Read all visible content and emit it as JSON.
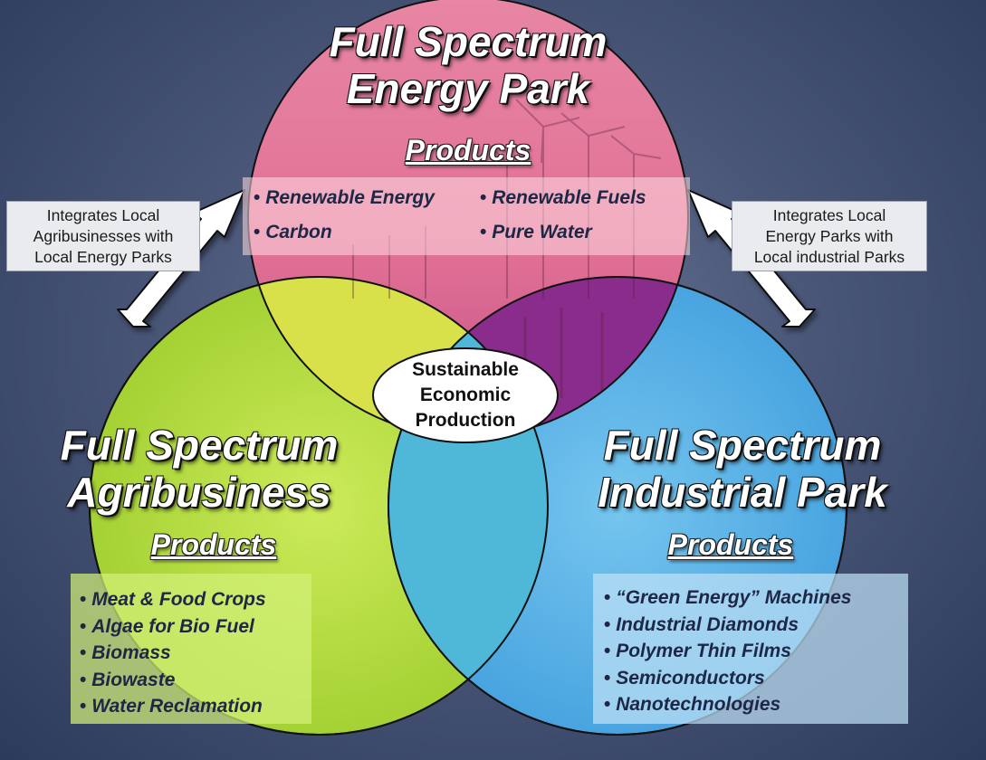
{
  "energy_park": {
    "title_line1": "Full Spectrum",
    "title_line2": "Energy Park",
    "products_heading": "Products",
    "products": [
      "Renewable Energy",
      "Renewable Fuels",
      "Carbon",
      "Pure Water"
    ],
    "color": "#e47ea0"
  },
  "agribusiness": {
    "title_line1": "Full Spectrum",
    "title_line2": "Agribusiness",
    "products_heading": "Products",
    "products": [
      "Meat & Food Crops",
      "Algae for Bio Fuel",
      "Biomass",
      "Biowaste",
      "Water Reclamation"
    ],
    "color": "#b5e03c"
  },
  "industrial_park": {
    "title_line1": "Full Spectrum",
    "title_line2": "Industrial Park",
    "products_heading": "Products",
    "products": [
      "“Green Energy” Machines",
      "Industrial Diamonds",
      "Polymer Thin Films",
      "Semiconductors",
      "Nanotechnologies"
    ],
    "color": "#5bb8ea"
  },
  "center": {
    "line1": "Sustainable",
    "line2": "Economic",
    "line3": "Production"
  },
  "notes": {
    "left": {
      "line1": "Integrates Local",
      "line2": "Agribusinesses with",
      "line3": "Local Energy Parks"
    },
    "right": {
      "line1": "Integrates Local",
      "line2": "Energy Parks with",
      "line3": "Local industrial Parks"
    }
  }
}
